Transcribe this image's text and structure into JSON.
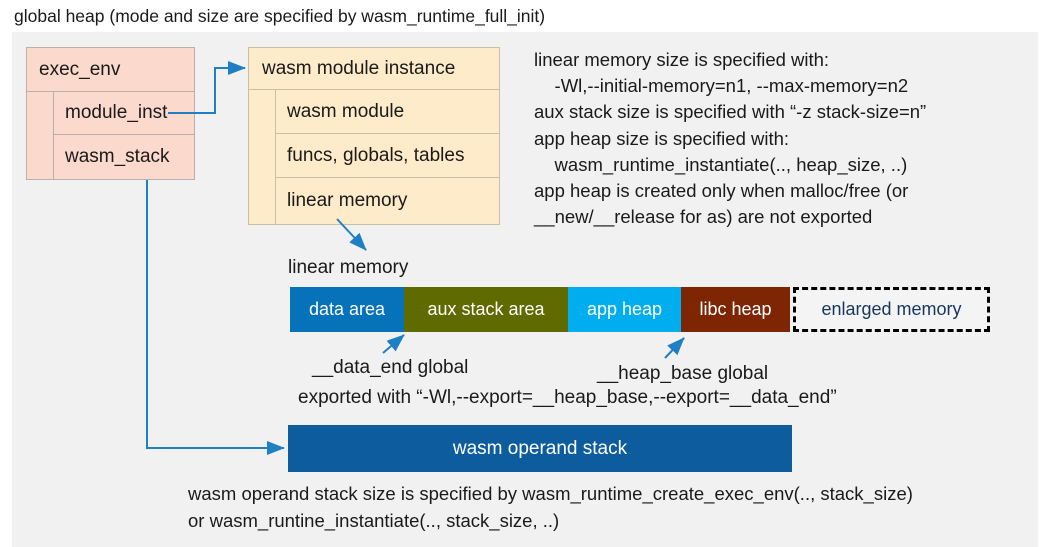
{
  "title": "global heap (mode and size are specified by wasm_runtime_full_init)",
  "exec_env": {
    "header": "exec_env",
    "rows": [
      {
        "label": "module_inst"
      },
      {
        "label": "wasm_stack"
      }
    ]
  },
  "module_instance": {
    "header": "wasm module instance",
    "rows": [
      {
        "label": "wasm module"
      },
      {
        "label": "funcs, globals, tables"
      },
      {
        "label": "linear memory"
      }
    ]
  },
  "memory_notes": "linear memory size is specified with:\n    -Wl,--initial-memory=n1, --max-memory=n2\naux stack size is specified with “-z stack-size=n”\napp heap size is specified with:\n    wasm_runtime_instantiate(.., heap_size, ..)\napp heap is created only when malloc/free (or\n__new/__release for as) are not exported",
  "linear_memory": {
    "label": "linear memory",
    "segments": [
      {
        "label": "data area",
        "color": "#0672ba",
        "width": 114,
        "text_color": "#ffffff",
        "style": "solid"
      },
      {
        "label": "aux stack area",
        "color": "#5f6a00",
        "width": 164,
        "text_color": "#ffffff",
        "style": "solid"
      },
      {
        "label": "app heap",
        "color": "#00aeef",
        "width": 113,
        "text_color": "#ffffff",
        "style": "solid"
      },
      {
        "label": "libc heap",
        "color": "#7e2504",
        "width": 109,
        "text_color": "#ffffff",
        "style": "solid"
      },
      {
        "label": "enlarged memory",
        "color": "#f4f4f4",
        "width": 197,
        "text_color": "#17365d",
        "style": "dashed"
      }
    ]
  },
  "annotations": {
    "data_end": "__data_end global",
    "heap_base": "__heap_base global",
    "export_note": "exported with “-Wl,--export=__heap_base,--export=__data_end”"
  },
  "operand_stack": {
    "label": "wasm operand stack",
    "color": "#0d5c9e",
    "note": "wasm operand stack size is specified by wasm_runtime_create_exec_env(.., stack_size)\nor wasm_runtine_instantiate(.., stack_size, ..)"
  },
  "colors": {
    "container_bg": "#f1f1f1",
    "exec_env_fill": "#fbd9cc",
    "module_instance_fill": "#fdebca",
    "arrow": "#1f7fc4"
  }
}
